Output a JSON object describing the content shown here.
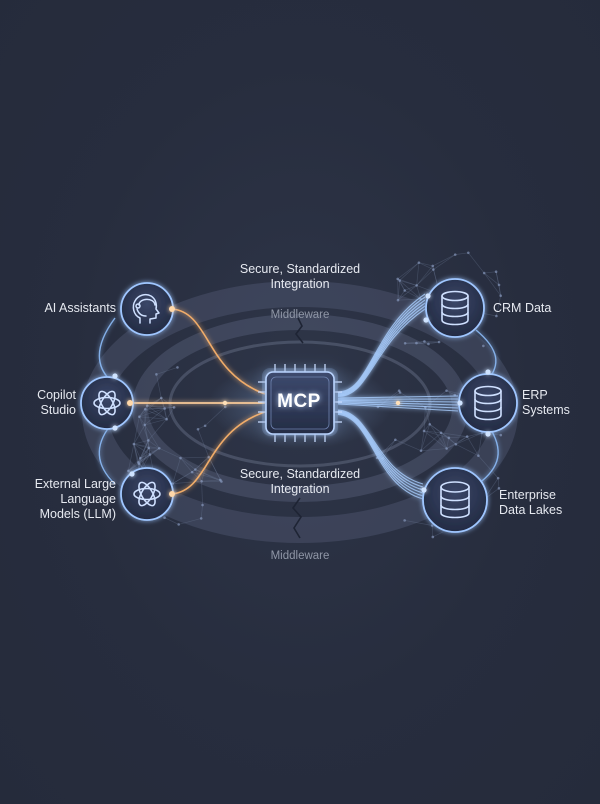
{
  "colors": {
    "background": "#272d3e",
    "glow_blue": "#8fc1ff",
    "glow_orange": "#ffb56b",
    "node_fill": "#2b3553",
    "text": "#e6e9f0",
    "muted_text": "#8f96a6"
  },
  "hub": {
    "label": "MCP",
    "icon": "chip-icon"
  },
  "top_caption": [
    "Secure, Standardized",
    "Integration"
  ],
  "mid_caption": [
    "Secure, Standardized",
    "Integration"
  ],
  "middleware_top": "Middleware",
  "middleware_bottom": "Middleware",
  "left_nodes": [
    {
      "lines": [
        "AI Assistants"
      ],
      "icon": "assistant-head-icon"
    },
    {
      "lines": [
        "Copilot",
        "Studio"
      ],
      "icon": "openai-knot-icon"
    },
    {
      "lines": [
        "External Large",
        "Language",
        "Models (LLM)"
      ],
      "icon": "openai-knot-icon"
    }
  ],
  "right_nodes": [
    {
      "lines": [
        "CRM Data"
      ],
      "icon": "database-icon"
    },
    {
      "lines": [
        "ERP",
        "Systems"
      ],
      "icon": "database-icon"
    },
    {
      "lines": [
        "Enterprise",
        "Data Lakes"
      ],
      "icon": "database-icon"
    }
  ]
}
